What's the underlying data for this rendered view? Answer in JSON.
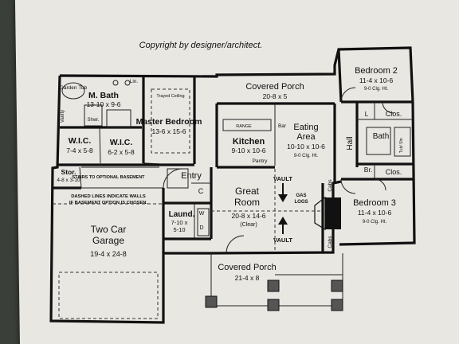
{
  "copyright": "Copyright by designer/architect.",
  "rooms": {
    "m_bath": {
      "name": "M. Bath",
      "dims": "13-10 x 9-6"
    },
    "garden_tub": {
      "name": "Garden Tub"
    },
    "lin1": {
      "name": "Lin."
    },
    "vanity": {
      "name": "Vanity"
    },
    "shower": {
      "name": "Shwr."
    },
    "master_bedroom": {
      "name": "Master Bedroom",
      "dims": "13-6 x 15-6",
      "note": "Trayed Ceiling"
    },
    "wic1": {
      "name": "W.I.C.",
      "dims": "7-4 x 5-8"
    },
    "wic2": {
      "name": "W.I.C.",
      "dims": "6-2 x 5-8"
    },
    "stor": {
      "name": "Stor.",
      "dims": "4-8 x 3-10"
    },
    "stairs": {
      "name": "STAIRS TO OPTIONAL BASEMENT"
    },
    "dashed_note": {
      "line1": "DASHED LINES INDICATE WALLS",
      "line2": "IF BASEMENT OPTION IS CHOSEN."
    },
    "garage": {
      "name1": "Two Car",
      "name2": "Garage",
      "dims": "19-4 x 24-8"
    },
    "entry": {
      "name": "Entry"
    },
    "coat": {
      "name": "C"
    },
    "laund": {
      "name": "Laund.",
      "dims1": "7-10 x",
      "dims2": "5-10",
      "w": "W",
      "d": "D"
    },
    "covered_porch_top": {
      "name": "Covered Porch",
      "dims": "20-8 x 5"
    },
    "kitchen": {
      "name": "Kitchen",
      "dims": "9-10 x 10-6",
      "range": "RANGE",
      "pantry": "Pantry",
      "bar": "Bar"
    },
    "eating": {
      "name1": "Eating",
      "name2": "Area",
      "dims": "10-10 x 10-6",
      "clg": "9-0 Clg. Ht."
    },
    "hall": {
      "name": "Hall"
    },
    "great_room": {
      "name1": "Great",
      "name2": "Room",
      "dims": "20-8 x 14-6",
      "note": "(Clear)",
      "vault_top": "VAULT",
      "vault_bottom": "VAULT",
      "gas1": "GAS",
      "gas2": "LOGS",
      "cabs1": "Cabs",
      "cabs2": "Cabs"
    },
    "bedroom2": {
      "name": "Bedroom 2",
      "dims": "11-4 x 10-6",
      "clg": "9-0 Clg. Ht."
    },
    "l2": {
      "name": "L"
    },
    "clos1": {
      "name": "Clos."
    },
    "bath": {
      "name": "Bath",
      "tub": "Tub/ Shr."
    },
    "br": {
      "name": "Br."
    },
    "clos2": {
      "name": "Clos."
    },
    "bedroom3": {
      "name": "Bedroom 3",
      "dims": "11-4 x 10-6",
      "clg": "9-0 Clg. Ht."
    },
    "covered_porch_bottom": {
      "name": "Covered Porch",
      "dims": "21-4 x 8"
    }
  }
}
